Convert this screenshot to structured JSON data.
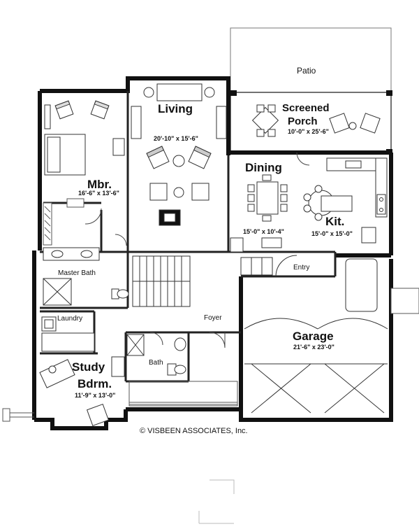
{
  "rooms": {
    "patio": {
      "name": "Patio"
    },
    "screened_porch": {
      "name_line1": "Screened",
      "name_line2": "Porch",
      "size": "10'-0\" x 25'-6\""
    },
    "living": {
      "name": "Living",
      "size": "20'-10\" x 15'-6\""
    },
    "mbr": {
      "name": "Mbr.",
      "size": "16'-6\" x 13'-6\""
    },
    "dining": {
      "name": "Dining",
      "size": "15'-0\" x 10'-4\""
    },
    "kitchen": {
      "name": "Kit.",
      "size": "15'-0\" x 15'-0\""
    },
    "entry": {
      "name": "Entry"
    },
    "master_bath": {
      "name": "Master Bath"
    },
    "laundry": {
      "name": "Laundry"
    },
    "foyer": {
      "name": "Foyer"
    },
    "garage": {
      "name": "Garage",
      "size": "21'-6\" x 23'-0\""
    },
    "study": {
      "name_line1": "Study",
      "name_line2": "Bdrm.",
      "size": "11'-9\" x 13'-0\""
    },
    "bath": {
      "name": "Bath"
    }
  },
  "copyright": "© VISBEEN ASSOCIATES, Inc."
}
